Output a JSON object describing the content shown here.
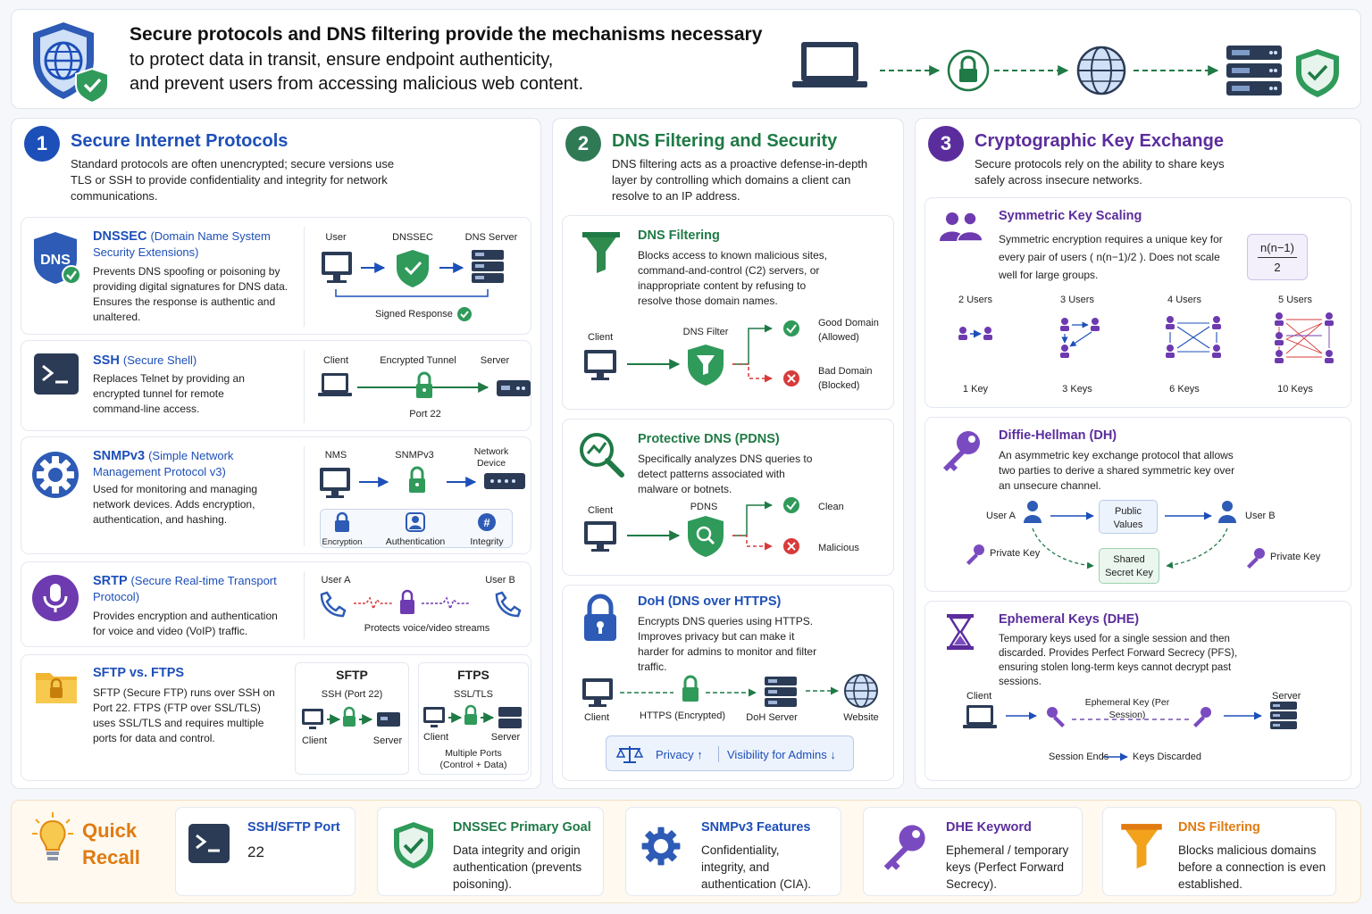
{
  "header": {
    "line1": "Secure protocols and DNS filtering provide the mechanisms necessary",
    "line2": "to protect data in transit, ensure endpoint authenticity,",
    "line3": "and prevent users from accessing malicious web content."
  },
  "col1": {
    "num": "1",
    "title": "Secure Internet Protocols",
    "desc": "Standard protocols are often unencrypted; secure versions use TLS or SSH to provide confidentiality and integrity for network communications.",
    "dnssec": {
      "badge": "DNS",
      "title": "DNSSEC",
      "title_sub": "(Domain Name System Security Extensions)",
      "desc": "Prevents DNS spoofing or poisoning by providing digital signatures for DNS data. Ensures the response is authentic and unaltered.",
      "user": "User",
      "mid": "DNSSEC",
      "server": "DNS Server",
      "signed": "Signed Response"
    },
    "ssh": {
      "title": "SSH",
      "title_sub": "(Secure Shell)",
      "desc": "Replaces Telnet by providing an encrypted tunnel for remote command-line access.",
      "client": "Client",
      "tunnel": "Encrypted Tunnel",
      "server": "Server",
      "port": "Port 22"
    },
    "snmp": {
      "title": "SNMPv3",
      "title_sub": "(Simple Network Management Protocol v3)",
      "desc": "Used for monitoring and managing network devices. Adds encryption, authentication, and hashing.",
      "nms": "NMS",
      "mid": "SNMPv3",
      "device": "Network Device",
      "f1": "Encryption",
      "f2": "Authentication",
      "f3": "Integrity"
    },
    "srtp": {
      "title": "SRTP",
      "title_sub": "(Secure Real-time Transport Protocol)",
      "desc": "Provides encryption and authentication for voice and video (VoIP) traffic.",
      "a": "User A",
      "b": "User B",
      "note": "Protects voice/video streams"
    },
    "sftp": {
      "title": "SFTP vs. FTPS",
      "desc": "SFTP (Secure FTP) runs over SSH on Port 22. FTPS (FTP over SSL/TLS) uses SSL/TLS and requires multiple ports for data and control.",
      "left_title": "SFTP",
      "left_sub": "SSH (Port 22)",
      "left_client": "Client",
      "left_server": "Server",
      "right_title": "FTPS",
      "right_sub": "SSL/TLS",
      "right_client": "Client",
      "right_server": "Server",
      "right_note": "Multiple Ports (Control + Data)"
    }
  },
  "col2": {
    "num": "2",
    "title": "DNS Filtering and Security",
    "desc": "DNS filtering acts as a proactive defense-in-depth layer by controlling which domains a client can resolve to an IP address.",
    "filter": {
      "title": "DNS Filtering",
      "desc": "Blocks access to known malicious sites, command-and-control (C2) servers, or inappropriate content by refusing to resolve those domain names.",
      "client": "Client",
      "mid": "DNS Filter",
      "good": "Good Domain (Allowed)",
      "bad": "Bad Domain (Blocked)"
    },
    "pdns": {
      "title": "Protective DNS (PDNS)",
      "desc": "Specifically analyzes DNS queries to detect patterns associated with malware or botnets.",
      "client": "Client",
      "mid": "PDNS",
      "clean": "Clean",
      "mal": "Malicious"
    },
    "doh": {
      "title": "DoH (DNS over HTTPS)",
      "desc": "Encrypts DNS queries using HTTPS. Improves privacy but can make it harder for admins to monitor and filter traffic.",
      "client": "Client",
      "https": "HTTPS (Encrypted)",
      "server": "DoH Server",
      "site": "Website",
      "privacy": "Privacy ↑",
      "visibility": "Visibility for Admins ↓"
    }
  },
  "col3": {
    "num": "3",
    "title": "Cryptographic Key Exchange",
    "desc": "Secure protocols rely on the ability to share keys safely across insecure networks.",
    "sym": {
      "title": "Symmetric Key Scaling",
      "desc": "Symmetric encryption requires a unique key for every pair of users ( n(n−1)/2 ). Does not scale well for large groups.",
      "formula_top": "n(n−1)",
      "formula_bot": "2",
      "groups": [
        {
          "users": "2 Users",
          "keys": "1 Key"
        },
        {
          "users": "3 Users",
          "keys": "3 Keys"
        },
        {
          "users": "4 Users",
          "keys": "6 Keys"
        },
        {
          "users": "5 Users",
          "keys": "10 Keys"
        }
      ]
    },
    "dh": {
      "title": "Diffie-Hellman (DH)",
      "desc": "An asymmetric key exchange protocol that allows two parties to derive a shared symmetric key over an unsecure channel.",
      "a": "User A",
      "b": "User B",
      "pub": "Public Values",
      "shared": "Shared Secret Key",
      "pka": "Private Key",
      "pkb": "Private Key"
    },
    "dhe": {
      "title": "Ephemeral Keys (DHE)",
      "desc": "Temporary keys used for a single session and then discarded. Provides Perfect Forward Secrecy (PFS), ensuring stolen long-term keys cannot decrypt past sessions.",
      "client": "Client",
      "server": "Server",
      "key": "Ephemeral Key (Per Session)",
      "ends": "Session Ends",
      "discard": "Keys Discarded"
    }
  },
  "recall": {
    "label": "Quick Recall",
    "items": [
      {
        "title": "SSH/SFTP Port",
        "body": "22"
      },
      {
        "title": "DNSSEC Primary Goal",
        "body": "Data integrity and origin authentication (prevents poisoning)."
      },
      {
        "title": "SNMPv3 Features",
        "body": "Confidentiality, integrity, and authentication (CIA)."
      },
      {
        "title": "DHE Keyword",
        "body": "Ephemeral / temporary keys (Perfect Forward Secrecy)."
      },
      {
        "title": "DNS Filtering",
        "body": "Blocks malicious domains before a connection is even established."
      }
    ]
  },
  "colors": {
    "blue": "#1d4fb8",
    "green": "#1f7a46",
    "purple": "#5b2d9c",
    "orange": "#e07b12",
    "red": "#d93a3a"
  }
}
